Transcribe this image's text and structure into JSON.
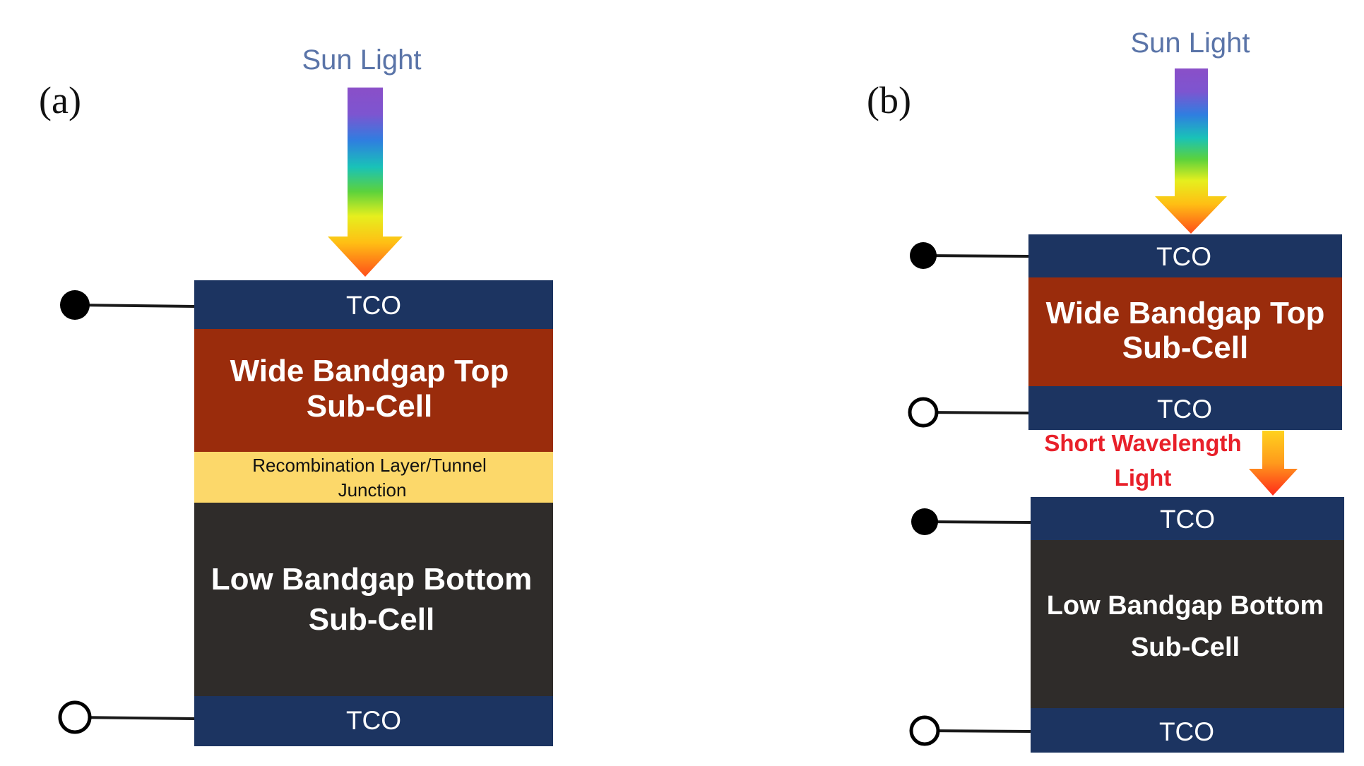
{
  "panel_a": {
    "label": "(a)",
    "sun_label": "Sun Light",
    "layers": {
      "tco_top": "TCO",
      "top_cell_line1": "Wide Bandgap Top",
      "top_cell_line2": "Sub-Cell",
      "recomb_line1": "Recombination Layer/Tunnel",
      "recomb_line2": "Junction",
      "bottom_cell_line1": "Low Bandgap Bottom",
      "bottom_cell_line2": "Sub-Cell",
      "tco_bottom": "TCO"
    }
  },
  "panel_b": {
    "label": "(b)",
    "sun_label": "Sun Light",
    "short_wave_line1": "Short Wavelength",
    "short_wave_line2": "Light",
    "top_stack": {
      "tco_top": "TCO",
      "top_cell_line1": "Wide Bandgap Top",
      "top_cell_line2": "Sub-Cell",
      "tco_bottom": "TCO"
    },
    "bottom_stack": {
      "tco_top": "TCO",
      "bottom_cell_line1": "Low Bandgap Bottom",
      "bottom_cell_line2": "Sub-Cell",
      "tco_bottom": "TCO"
    }
  },
  "colors": {
    "tco": "#1c3461",
    "top_cell": "#9a2c0c",
    "recombination": "#fcd86a",
    "bottom_cell": "#2f2c2a",
    "sun_label": "#5a74a8",
    "short_wave_label": "#e8202a",
    "terminal": "#000000"
  }
}
